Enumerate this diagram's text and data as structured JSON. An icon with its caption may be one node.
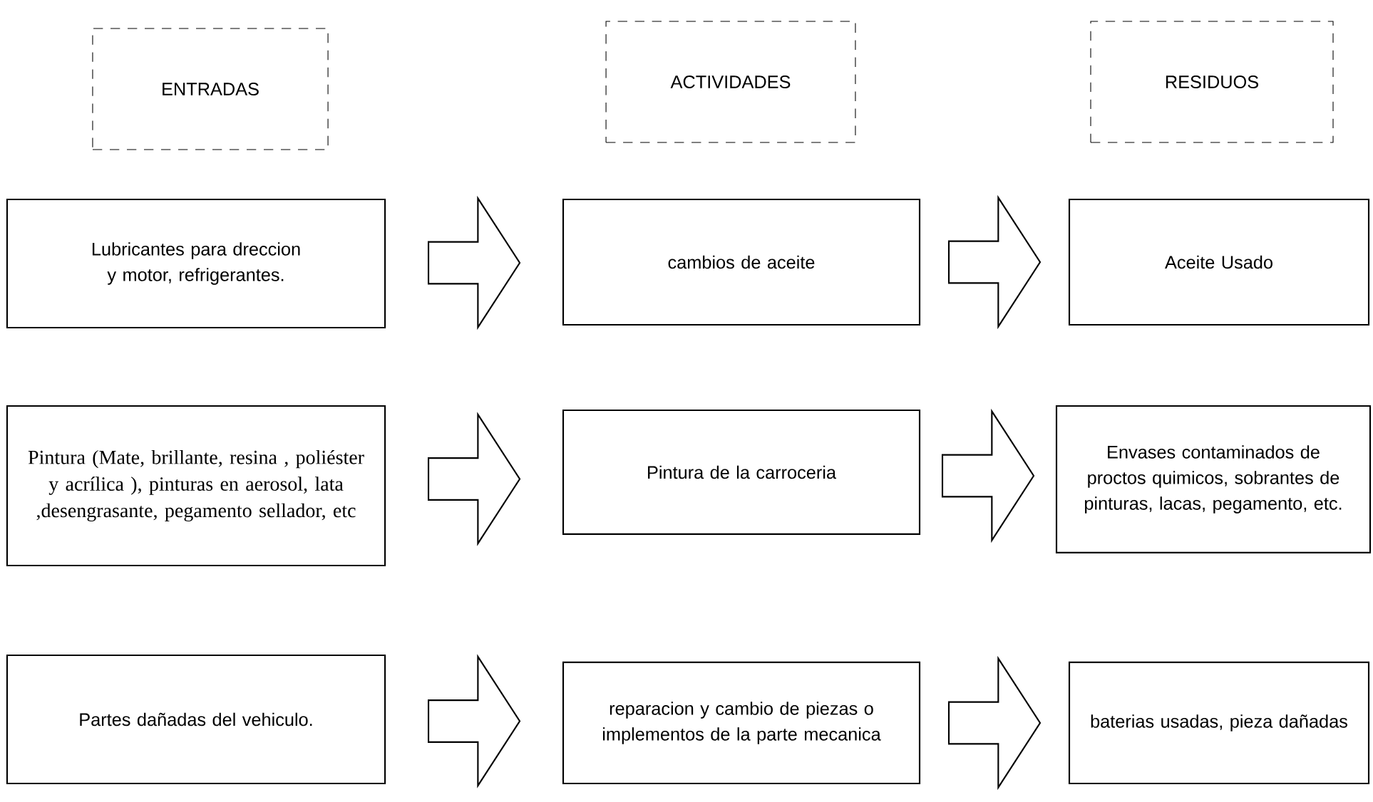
{
  "diagram": {
    "nodes": [
      {
        "text": [
          "ENTRADAS"
        ]
      },
      {
        "text": [
          "ACTIVIDADES"
        ]
      },
      {
        "text": [
          "RESIDUOS"
        ]
      },
      {
        "text": [
          "Lubricantes para dreccion y motor, refrigerantes."
        ]
      },
      {
        "text": [
          "cambios de aceite"
        ]
      },
      {
        "text": [
          "Aceite Usado"
        ]
      },
      {
        "text": [
          "Pintura (Mate, brillante, resina , poliéster y acrílica ), pinturas en aerosol, lata ,desengrasante, pegamento sellador, etc"
        ]
      },
      {
        "text": [
          "Pintura de la carroceria"
        ]
      },
      {
        "text": [
          "Envases contaminados de proctos quimicos, sobrantes de pinturas, lacas, pegamento, etc."
        ]
      },
      {
        "text": [
          "Partes dañadas del vehiculo."
        ]
      },
      {
        "text": [
          "reparacion y cambio de piezas o implementos de la parte mecanica"
        ]
      },
      {
        "text": [
          "baterias usadas, pieza dañadas"
        ]
      }
    ],
    "edges": [
      {
        "from": 3,
        "to": 4,
        "arrow": "to"
      },
      {
        "from": 4,
        "to": 5,
        "arrow": "to"
      },
      {
        "from": 6,
        "to": 7,
        "arrow": "to"
      },
      {
        "from": 7,
        "to": 8,
        "arrow": "to"
      },
      {
        "from": 9,
        "to": 10,
        "arrow": "to"
      },
      {
        "from": 10,
        "to": 11,
        "arrow": "to"
      }
    ]
  }
}
